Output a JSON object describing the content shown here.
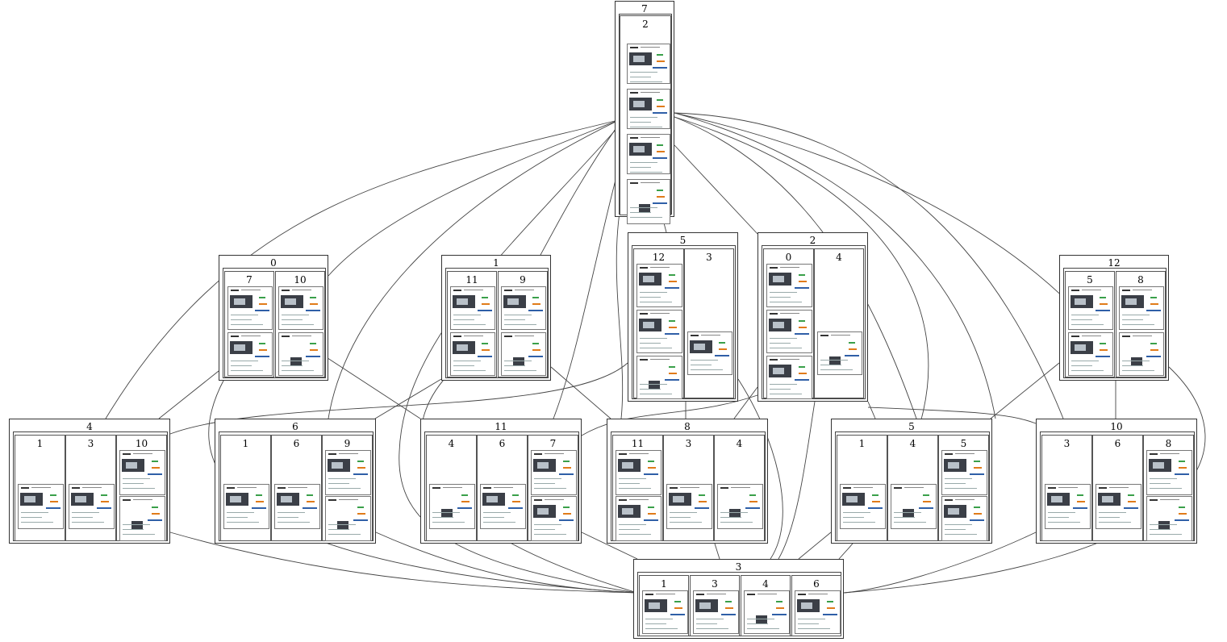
{
  "groups": [
    {
      "id": "g-top",
      "title": "7",
      "inner": [
        {
          "label": "2",
          "thumbs": [
            "photo",
            "photo",
            "photo",
            "form"
          ]
        }
      ]
    },
    {
      "id": "g-0",
      "title": "0",
      "inner": [
        {
          "label": "7",
          "thumbs": [
            "photo",
            "photo"
          ]
        },
        {
          "label": "10",
          "thumbs": [
            "photo",
            "form"
          ]
        }
      ]
    },
    {
      "id": "g-1",
      "title": "1",
      "inner": [
        {
          "label": "11",
          "thumbs": [
            "photo",
            "photo"
          ]
        },
        {
          "label": "9",
          "thumbs": [
            "photo",
            "form"
          ]
        }
      ]
    },
    {
      "id": "g-5",
      "title": "5",
      "inner": [
        {
          "label": "12",
          "thumbs": [
            "photo",
            "photo",
            "form"
          ]
        },
        {
          "label": "3",
          "thumbs": [
            "photo"
          ]
        }
      ]
    },
    {
      "id": "g-2",
      "title": "2",
      "inner": [
        {
          "label": "0",
          "thumbs": [
            "photo",
            "photo",
            "photo"
          ]
        },
        {
          "label": "4",
          "thumbs": [
            "form"
          ]
        }
      ]
    },
    {
      "id": "g-12",
      "title": "12",
      "inner": [
        {
          "label": "5",
          "thumbs": [
            "photo",
            "photo"
          ]
        },
        {
          "label": "8",
          "thumbs": [
            "photo",
            "form"
          ]
        }
      ]
    },
    {
      "id": "g-4",
      "title": "4",
      "inner": [
        {
          "label": "1",
          "thumbs": [
            "photo"
          ]
        },
        {
          "label": "3",
          "thumbs": [
            "photo"
          ]
        },
        {
          "label": "10",
          "thumbs": [
            "photo",
            "form"
          ]
        }
      ]
    },
    {
      "id": "g-6",
      "title": "6",
      "inner": [
        {
          "label": "1",
          "thumbs": [
            "photo"
          ]
        },
        {
          "label": "6",
          "thumbs": [
            "photo"
          ]
        },
        {
          "label": "9",
          "thumbs": [
            "photo",
            "form"
          ]
        }
      ]
    },
    {
      "id": "g-11",
      "title": "11",
      "inner": [
        {
          "label": "4",
          "thumbs": [
            "form"
          ]
        },
        {
          "label": "6",
          "thumbs": [
            "photo"
          ]
        },
        {
          "label": "7",
          "thumbs": [
            "photo",
            "photo"
          ]
        }
      ]
    },
    {
      "id": "g-8",
      "title": "8",
      "inner": [
        {
          "label": "11",
          "thumbs": [
            "photo",
            "photo"
          ]
        },
        {
          "label": "3",
          "thumbs": [
            "photo"
          ]
        },
        {
          "label": "4",
          "thumbs": [
            "form"
          ]
        }
      ]
    },
    {
      "id": "g-5b",
      "title": "5",
      "inner": [
        {
          "label": "1",
          "thumbs": [
            "photo"
          ]
        },
        {
          "label": "4",
          "thumbs": [
            "form"
          ]
        },
        {
          "label": "5",
          "thumbs": [
            "photo",
            "photo"
          ]
        }
      ]
    },
    {
      "id": "g-10",
      "title": "10",
      "inner": [
        {
          "label": "3",
          "thumbs": [
            "photo"
          ]
        },
        {
          "label": "6",
          "thumbs": [
            "photo"
          ]
        },
        {
          "label": "8",
          "thumbs": [
            "photo",
            "form"
          ]
        }
      ]
    },
    {
      "id": "g-3",
      "title": "3",
      "inner": [
        {
          "label": "1",
          "thumbs": [
            "photo"
          ]
        },
        {
          "label": "3",
          "thumbs": [
            "photo"
          ]
        },
        {
          "label": "4",
          "thumbs": [
            "form"
          ]
        },
        {
          "label": "6",
          "thumbs": [
            "photo"
          ]
        }
      ]
    }
  ]
}
